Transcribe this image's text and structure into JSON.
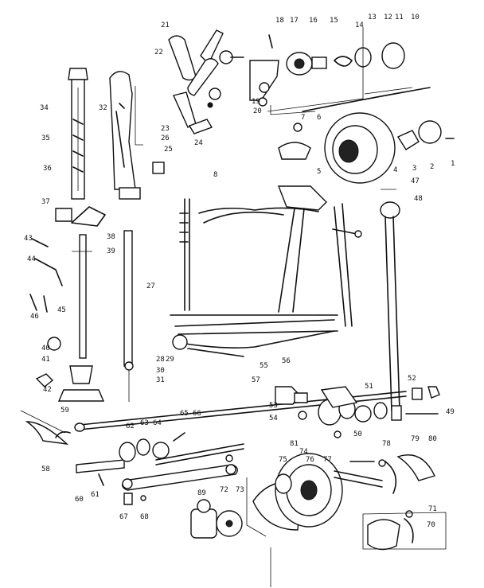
{
  "diagram": {
    "labels": [
      "1",
      "2",
      "3",
      "4",
      "5",
      "6",
      "7",
      "8",
      "10",
      "11",
      "12",
      "13",
      "14",
      "15",
      "16",
      "17",
      "18",
      "19",
      "20",
      "21",
      "22",
      "23",
      "24",
      "25",
      "26",
      "27",
      "28",
      "29",
      "30",
      "31",
      "32",
      "34",
      "35",
      "36",
      "37",
      "38",
      "39",
      "40",
      "41",
      "42",
      "43",
      "44",
      "45",
      "46",
      "47",
      "48",
      "49",
      "50",
      "51",
      "52",
      "53",
      "54",
      "55",
      "56",
      "57",
      "58",
      "59",
      "60",
      "61",
      "62",
      "63",
      "64",
      "65",
      "66",
      "67",
      "68",
      "70",
      "71",
      "72",
      "73",
      "74",
      "75",
      "76",
      "77",
      "78",
      "79",
      "80",
      "81",
      "89"
    ]
  }
}
